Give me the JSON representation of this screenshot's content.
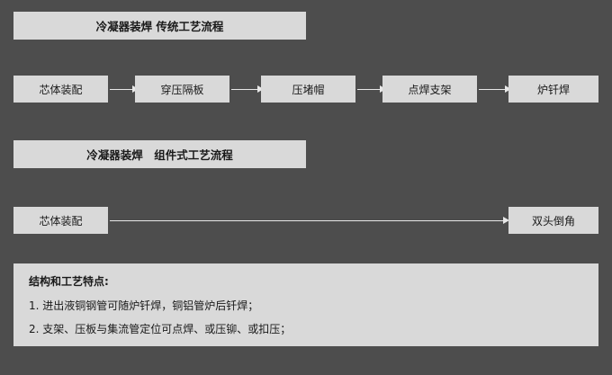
{
  "colors": {
    "background": "#4d4d4d",
    "box_fill": "#d9d9d9",
    "text": "#1a1a1a",
    "arrow": "#e8e8e8"
  },
  "traditional_flow": {
    "title": "冷凝器装焊  传统工艺流程",
    "steps": [
      "芯体装配",
      "穿压隔板",
      "压堵帽",
      "点焊支架",
      "炉钎焊"
    ]
  },
  "modular_flow": {
    "title": "冷凝器装焊　组件式工艺流程",
    "steps": [
      "芯体装配",
      "双头倒角"
    ]
  },
  "notes": {
    "heading": "结构和工艺特点:",
    "lines": [
      "1. 进出液铜钢管可随炉钎焊，铜铝管炉后钎焊；",
      "2. 支架、压板与集流管定位可点焊、或压铆、或扣压；"
    ]
  }
}
